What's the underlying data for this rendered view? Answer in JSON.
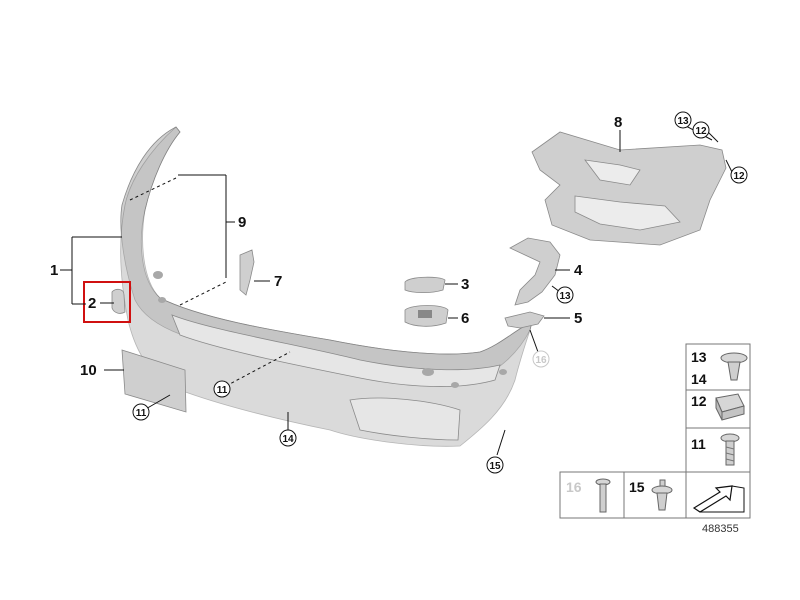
{
  "labels": {
    "p1": "1",
    "p2": "2",
    "p3": "3",
    "p4": "4",
    "p5": "5",
    "p6": "6",
    "p7": "7",
    "p8": "8",
    "p9": "9",
    "p10": "10",
    "c11a": "11",
    "c11b": "11",
    "c13a": "13",
    "c12a": "12",
    "c12b": "12",
    "c13b": "13",
    "c14": "14",
    "c15": "15",
    "c16": "16"
  },
  "table": {
    "t13": "13",
    "t14": "14",
    "t12": "12",
    "t11": "11",
    "t16": "16",
    "t15": "15"
  },
  "reference_number": "488355",
  "colors": {
    "highlight_box": "#d01010",
    "part_fill": "#cfcfcf"
  }
}
